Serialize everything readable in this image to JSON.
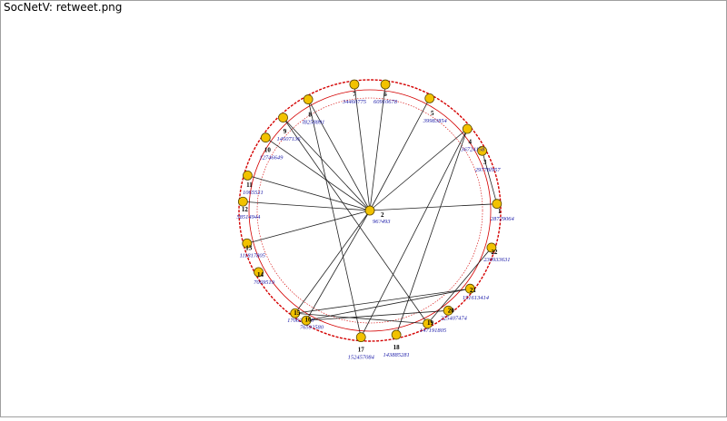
{
  "window": {
    "title": "SocNetV: retweet.png"
  },
  "colors": {
    "node_fill": "#f2c200",
    "node_stroke": "#5a4a00",
    "edge": "#222222",
    "circle": "#d40000",
    "number": "#000000",
    "label": "#1a1aa8"
  },
  "graph": {
    "center": {
      "number": "2",
      "label": "96?493"
    },
    "nodes": [
      {
        "id": "1",
        "number": "1",
        "label": "28729064",
        "angle": 87
      },
      {
        "id": "3",
        "number": "3",
        "label": "29778l957",
        "angle": 62
      },
      {
        "id": "4",
        "number": "4",
        "label": "36724158",
        "angle": 50
      },
      {
        "id": "5",
        "number": "5",
        "label": "39983854",
        "angle": 28
      },
      {
        "id": "6",
        "number": "6",
        "label": "60910678",
        "angle": 7
      },
      {
        "id": "7",
        "number": "7",
        "label": "34460775",
        "angle": -7
      },
      {
        "id": "8",
        "number": "8",
        "label": "l8258891",
        "angle": -29
      },
      {
        "id": "9",
        "number": "9",
        "label": "14507136",
        "angle": -43
      },
      {
        "id": "10",
        "number": "10",
        "label": "12746649",
        "angle": -55
      },
      {
        "id": "11",
        "number": "11",
        "label": "1065531",
        "angle": -74
      },
      {
        "id": "12",
        "number": "12",
        "label": "58514944",
        "angle": -86
      },
      {
        "id": "13",
        "number": "13",
        "label": "111817805",
        "angle": -105
      },
      {
        "id": "14",
        "number": "14",
        "label": "7069519",
        "angle": -119
      },
      {
        "id": "15",
        "number": "15",
        "label": "170622120",
        "angle": -144
      },
      {
        "id": "16",
        "number": "16",
        "label": "7659?580",
        "angle": -150
      },
      {
        "id": "17",
        "number": "17",
        "label": "152457084",
        "angle": -176
      },
      {
        "id": "18",
        "number": "18",
        "label": "143885281",
        "angle": 168
      },
      {
        "id": "19",
        "number": "19",
        "label": "147191805",
        "angle": 153
      },
      {
        "id": "20",
        "number": "20",
        "label": "225407474",
        "angle": 142
      },
      {
        "id": "21",
        "number": "21",
        "label": "151613414",
        "angle": 128
      },
      {
        "id": "22",
        "number": "22",
        "label": "230933631",
        "angle": 107
      }
    ],
    "edges": [
      [
        "2",
        "1"
      ],
      [
        "2",
        "10"
      ],
      [
        "2",
        "11"
      ],
      [
        "2",
        "12"
      ],
      [
        "2",
        "13"
      ],
      [
        "2",
        "8"
      ],
      [
        "2",
        "7"
      ],
      [
        "2",
        "9"
      ],
      [
        "2",
        "5"
      ],
      [
        "2",
        "15"
      ],
      [
        "2",
        "16"
      ],
      [
        "2",
        "6"
      ],
      [
        "2",
        "4"
      ],
      [
        "8",
        "17"
      ],
      [
        "9",
        "19"
      ],
      [
        "16",
        "20"
      ],
      [
        "17",
        "4"
      ],
      [
        "18",
        "4"
      ],
      [
        "15",
        "19"
      ],
      [
        "15",
        "21"
      ],
      [
        "19",
        "22"
      ],
      [
        "16",
        "21"
      ],
      [
        "3",
        "1"
      ]
    ]
  }
}
